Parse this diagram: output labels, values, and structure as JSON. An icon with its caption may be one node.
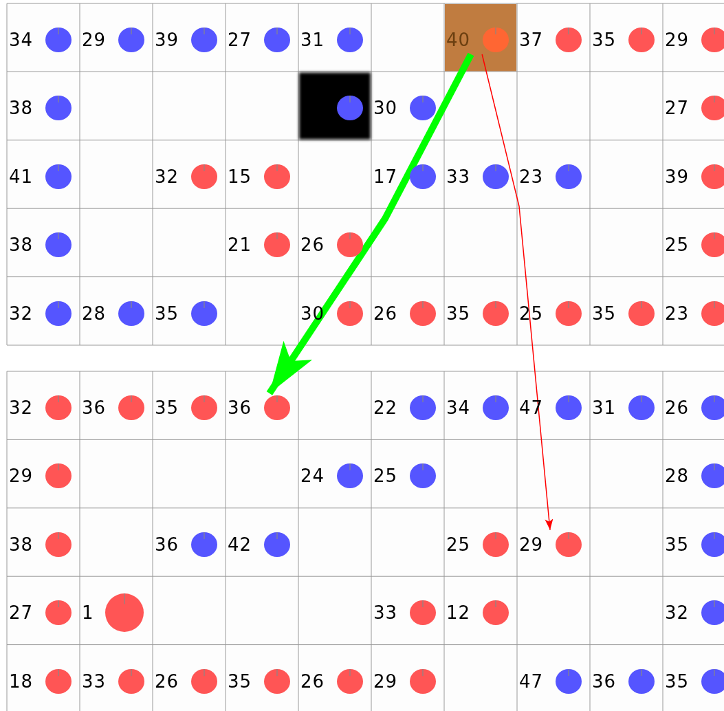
{
  "diagram": {
    "nodes": [
      {
        "text": [
          "34"
        ]
      },
      {
        "text": [
          "29"
        ]
      },
      {
        "text": [
          "39"
        ]
      },
      {
        "text": [
          "27"
        ]
      },
      {
        "text": [
          "31"
        ]
      },
      {
        "text": [
          "40"
        ]
      },
      {
        "text": [
          "37"
        ]
      },
      {
        "text": [
          "35"
        ]
      },
      {
        "text": [
          "29"
        ]
      },
      {
        "text": [
          "38"
        ]
      },
      {
        "text": [],
        "shape": "circle"
      },
      {
        "text": [
          "30"
        ]
      },
      {
        "text": [
          "27"
        ]
      },
      {
        "text": [
          "41"
        ]
      },
      {
        "text": [
          "32"
        ]
      },
      {
        "text": [
          "15"
        ]
      },
      {
        "text": [
          "17"
        ]
      },
      {
        "text": [
          "33"
        ]
      },
      {
        "text": [
          "23"
        ]
      },
      {
        "text": [
          "39"
        ]
      },
      {
        "text": [
          "38"
        ]
      },
      {
        "text": [
          "21"
        ]
      },
      {
        "text": [
          "26"
        ]
      },
      {
        "text": [
          "25"
        ]
      },
      {
        "text": [
          "32"
        ]
      },
      {
        "text": [
          "28"
        ]
      },
      {
        "text": [
          "35"
        ]
      },
      {
        "text": [
          "30"
        ]
      },
      {
        "text": [
          "26"
        ]
      },
      {
        "text": [
          "35"
        ]
      },
      {
        "text": [
          "25"
        ]
      },
      {
        "text": [
          "35"
        ]
      },
      {
        "text": [
          "23"
        ]
      },
      {
        "text": [
          "32"
        ]
      },
      {
        "text": [
          "36"
        ]
      },
      {
        "text": [
          "35"
        ]
      },
      {
        "text": [
          "36"
        ]
      },
      {
        "text": [
          "22"
        ]
      },
      {
        "text": [
          "34"
        ]
      },
      {
        "text": [
          "47"
        ]
      },
      {
        "text": [
          "31"
        ]
      },
      {
        "text": [
          "26"
        ]
      },
      {
        "text": [
          "29"
        ]
      },
      {
        "text": [
          "24"
        ]
      },
      {
        "text": [
          "25"
        ]
      },
      {
        "text": [
          "28"
        ]
      },
      {
        "text": [
          "38"
        ]
      },
      {
        "text": [
          "36"
        ]
      },
      {
        "text": [
          "42"
        ]
      },
      {
        "text": [
          "25"
        ]
      },
      {
        "text": [
          "29"
        ]
      },
      {
        "text": [
          "35"
        ]
      },
      {
        "text": [
          "27"
        ]
      },
      {
        "text": [
          "1"
        ]
      },
      {
        "text": [
          "33"
        ]
      },
      {
        "text": [
          "12"
        ]
      },
      {
        "text": [
          "32"
        ]
      },
      {
        "text": [
          "18"
        ]
      },
      {
        "text": [
          "33"
        ]
      },
      {
        "text": [
          "26"
        ]
      },
      {
        "text": [
          "35"
        ]
      },
      {
        "text": [
          "26"
        ]
      },
      {
        "text": [
          "29"
        ]
      },
      {
        "text": [
          "47"
        ]
      },
      {
        "text": [
          "36"
        ]
      },
      {
        "text": [
          "35"
        ]
      }
    ],
    "edges": [
      {
        "from": 5,
        "to": 36,
        "arrow": "to",
        "style": "thick",
        "color": "#00ff00"
      },
      {
        "from": 5,
        "to": 50,
        "arrow": "to",
        "color": "#ff0000"
      }
    ]
  }
}
